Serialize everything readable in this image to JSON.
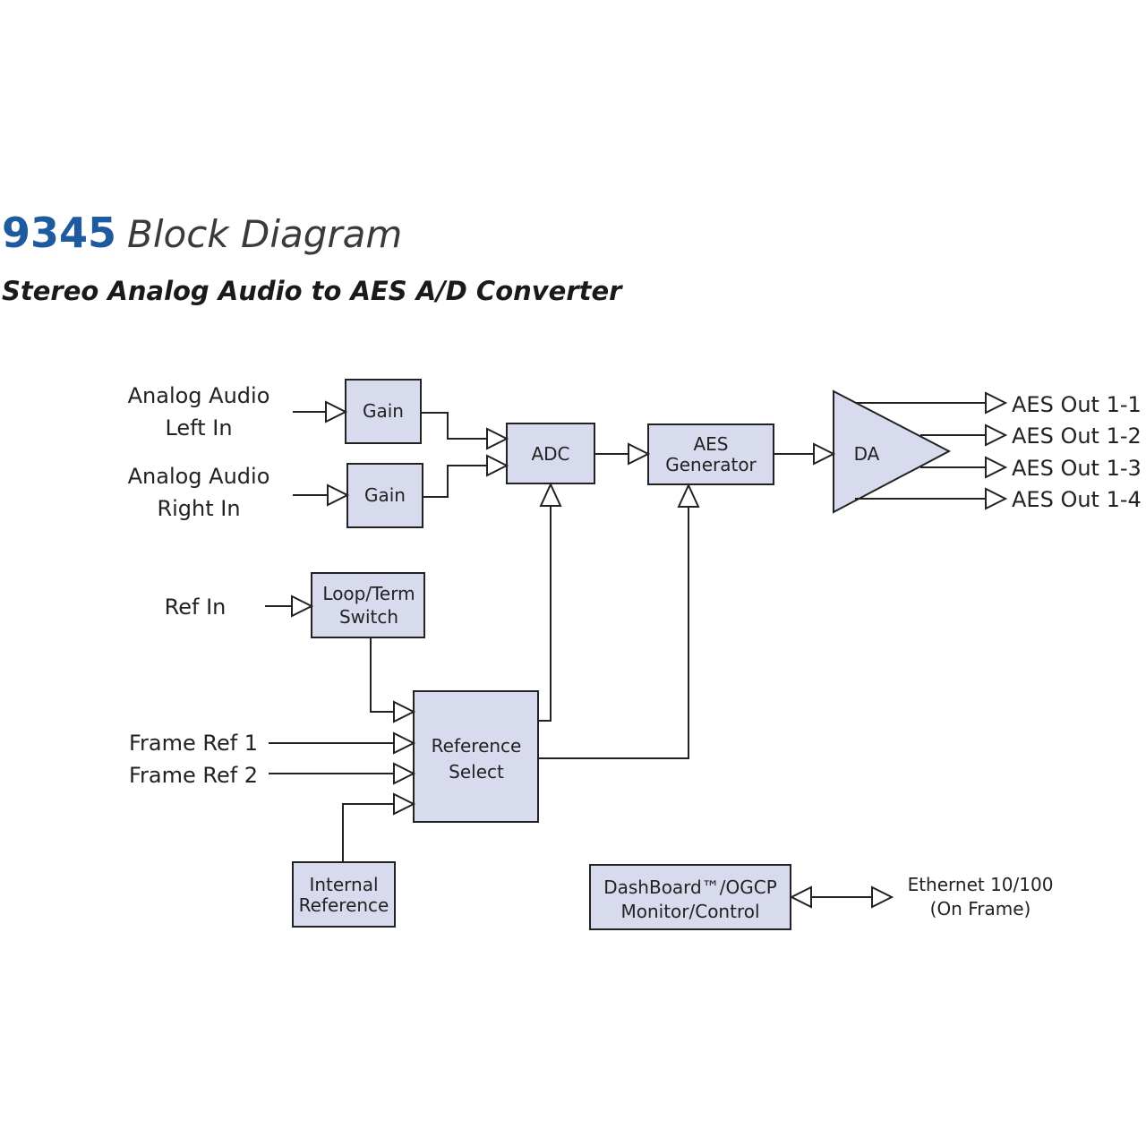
{
  "title": {
    "number": "9345",
    "text": "Block Diagram"
  },
  "subtitle": "Stereo Analog Audio to AES A/D Converter",
  "inputs": {
    "left": [
      "Analog Audio",
      "Left In"
    ],
    "right": [
      "Analog Audio",
      "Right In"
    ],
    "ref_in": "Ref In",
    "frame_ref_1": "Frame Ref 1",
    "frame_ref_2": "Frame Ref 2"
  },
  "blocks": {
    "gain_left": "Gain",
    "gain_right": "Gain",
    "adc": "ADC",
    "aes_generator": [
      "AES",
      "Generator"
    ],
    "da": "DA",
    "loop_term_switch": [
      "Loop/Term",
      "Switch"
    ],
    "reference_select": [
      "Reference",
      "Select"
    ],
    "internal_reference": [
      "Internal",
      "Reference"
    ],
    "dashboard": [
      "DashBoard™/OGCP",
      "Monitor/Control"
    ]
  },
  "outputs": [
    "AES Out 1-1",
    "AES Out 1-2",
    "AES Out 1-3",
    "AES Out 1-4"
  ],
  "ethernet": [
    "Ethernet 10/100",
    "(On Frame)"
  ],
  "colors": {
    "accent": "#1d5a9e",
    "block_fill": "#d8dbee",
    "line": "#222222"
  }
}
